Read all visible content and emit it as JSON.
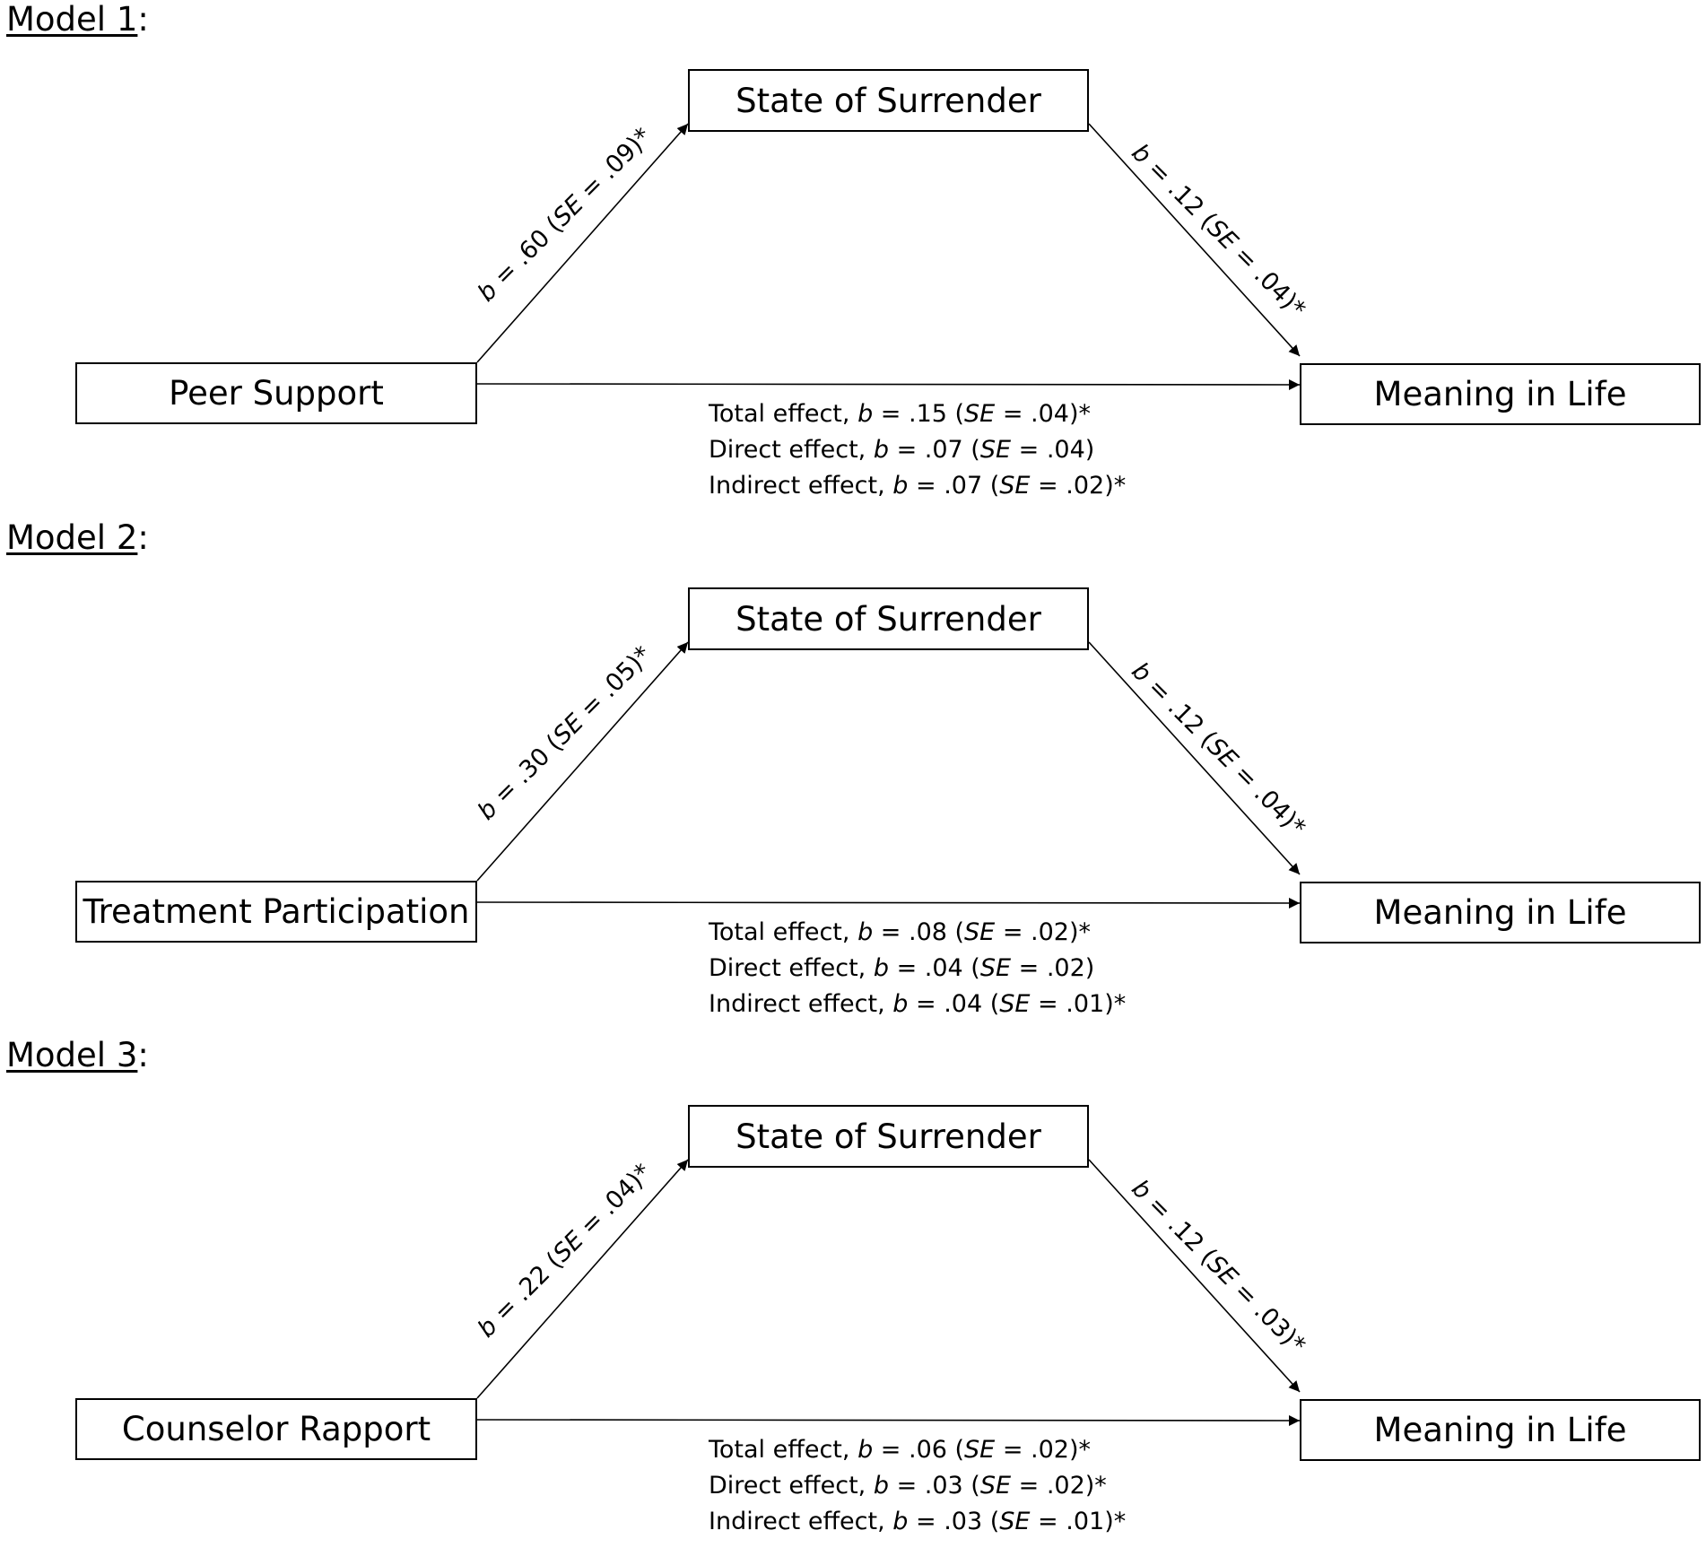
{
  "models": [
    {
      "label": "Model 1",
      "label_suffix": ":",
      "mediator": "State of Surrender",
      "predictor": "Peer Support",
      "outcome": "Meaning in Life",
      "path_a": {
        "pre": "b",
        "mid": " = .60 (",
        "se": "SE",
        "post": " = .09)*"
      },
      "path_b": {
        "pre": "b",
        "mid": " = .12 (",
        "se": "SE",
        "post": " = .04)*"
      },
      "effects": [
        {
          "label": "Total effect, ",
          "b": "b",
          "value": " = .15 (",
          "se": "SE",
          "post": " = .04)*"
        },
        {
          "label": "Direct effect, ",
          "b": "b",
          "value": " = .07 (",
          "se": "SE",
          "post": " = .04)"
        },
        {
          "label": "Indirect effect, ",
          "b": "b",
          "value": " = .07 (",
          "se": "SE",
          "post": " = .02)*"
        }
      ]
    },
    {
      "label": "Model 2",
      "label_suffix": ":",
      "mediator": "State of Surrender",
      "predictor": "Treatment Participation",
      "outcome": "Meaning in Life",
      "path_a": {
        "pre": "b",
        "mid": " = .30 (",
        "se": "SE",
        "post": " = .05)*"
      },
      "path_b": {
        "pre": "b",
        "mid": " = .12 (",
        "se": "SE",
        "post": " = .04)*"
      },
      "effects": [
        {
          "label": "Total effect, ",
          "b": "b",
          "value": " = .08 (",
          "se": "SE",
          "post": " = .02)*"
        },
        {
          "label": "Direct effect, ",
          "b": "b",
          "value": " = .04 (",
          "se": "SE",
          "post": " = .02)"
        },
        {
          "label": "Indirect effect, ",
          "b": "b",
          "value": " = .04 (",
          "se": "SE",
          "post": " = .01)*"
        }
      ]
    },
    {
      "label": "Model 3",
      "label_suffix": ":",
      "mediator": "State of Surrender",
      "predictor": "Counselor Rapport",
      "outcome": "Meaning in Life",
      "path_a": {
        "pre": "b",
        "mid": " = .22 (",
        "se": "SE",
        "post": " = .04)*"
      },
      "path_b": {
        "pre": "b",
        "mid": " = .12 (",
        "se": "SE",
        "post": " = .03)*"
      },
      "effects": [
        {
          "label": "Total effect, ",
          "b": "b",
          "value": " = .06 (",
          "se": "SE",
          "post": " = .02)*"
        },
        {
          "label": "Direct effect, ",
          "b": "b",
          "value": " = .03 (",
          "se": "SE",
          "post": " = .02)*"
        },
        {
          "label": "Indirect effect, ",
          "b": "b",
          "value": " = .03 (",
          "se": "SE",
          "post": " = .01)*"
        }
      ]
    }
  ]
}
